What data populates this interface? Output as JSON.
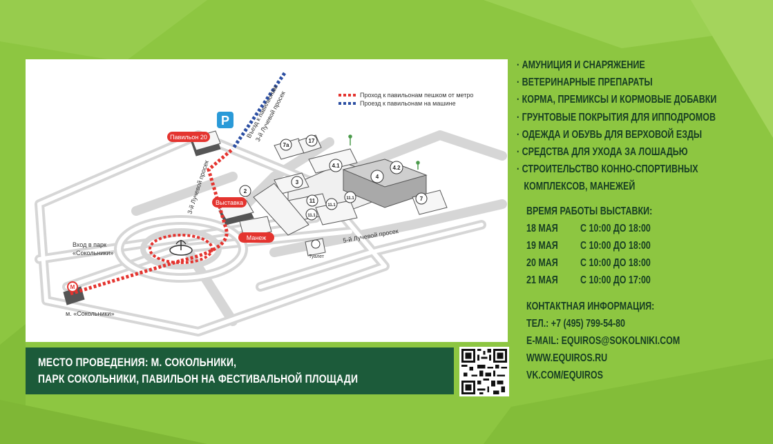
{
  "colors": {
    "background": "#8dc641",
    "dark_green": "#1c5b3a",
    "text_green": "#163d23",
    "walk_route": "#e4342f",
    "car_route": "#2b4ea2",
    "label_red": "#e4342f",
    "road_gray": "#dcdcdc",
    "parking_blue": "#2a9ad8"
  },
  "map": {
    "legend": {
      "walk": "Проход к павильонам пешком от метро",
      "car": "Проезд к павильонам на машине"
    },
    "parking": "P",
    "labels": {
      "pavilion20": "Павильон 20",
      "exhibition": "Выставка",
      "manezh": "Манеж",
      "park_entrance_1": "Вход в парк",
      "park_entrance_2": "«Сокольники»",
      "metro": "м. «Сокольники»",
      "metro_icon": "М",
      "toilet": "Туалет",
      "road_3_luch_a": "3-й Лучевой просек",
      "road_3_luch_b": "3-й Лучевой просек",
      "road_5_luch": "5-й Лучевой просек",
      "exit_pavilions": "Въезд к павильонам",
      "exit_3_luch": "3-й Лучевой просек"
    },
    "pavilions": {
      "p7a": "7а",
      "p17": "17",
      "p4_1": "4.1",
      "p4_2": "4.2",
      "p4": "4",
      "p2": "2",
      "p3": "3",
      "p11": "11",
      "p11_1a": "11.1",
      "p11_1b": "11.1",
      "p11_1c": "11.1",
      "p7": "7"
    }
  },
  "categories": [
    "· АМУНИЦИЯ И СНАРЯЖЕНИЕ",
    "· ВЕТЕРИНАРНЫЕ ПРЕПАРАТЫ",
    "· КОРМА, ПРЕМИКСЫ  И КОРМОВЫЕ ДОБАВКИ",
    "· ГРУНТОВЫЕ ПОКРЫТИЯ  ДЛЯ ИППОДРОМОВ",
    "· ОДЕЖДА И ОБУВЬ ДЛЯ ВЕРХОВОЙ ЕЗДЫ",
    "· СРЕДСТВА ДЛЯ УХОДА ЗА ЛОШАДЬЮ",
    "· СТРОИТЕЛЬСТВО КОННО-СПОРТИВНЫХ",
    "   КОМПЛЕКСОВ, МАНЕЖЕЙ"
  ],
  "hours": {
    "title": "ВРЕМЯ РАБОТЫ ВЫСТАВКИ:",
    "schedule": [
      {
        "date": "18  МАЯ",
        "time": "С 10:00 ДО 18:00"
      },
      {
        "date": "19  МАЯ",
        "time": "С 10:00 ДО 18:00"
      },
      {
        "date": "20  МАЯ",
        "time": "С 10:00 ДО 18:00"
      },
      {
        "date": "21  МАЯ",
        "time": "С 10:00 ДО 17:00"
      }
    ]
  },
  "contacts": {
    "title": "КОНТАКТНАЯ ИНФОРМАЦИЯ:",
    "phone": "ТЕЛ.: +7 (495) 799-54-80",
    "email": "E-MAIL: EQUIROS@SOKOLNIKI.COM",
    "site": "WWW.EQUIROS.RU",
    "vk": "VK.COM/EQUIROS"
  },
  "venue": {
    "line1": "МЕСТО ПРОВЕДЕНИЯ:  М. СОКОЛЬНИКИ,",
    "line2": "ПАРК СОКОЛЬНИКИ, ПАВИЛЬОН НА ФЕСТИВАЛЬНОЙ ПЛОЩАДИ"
  }
}
